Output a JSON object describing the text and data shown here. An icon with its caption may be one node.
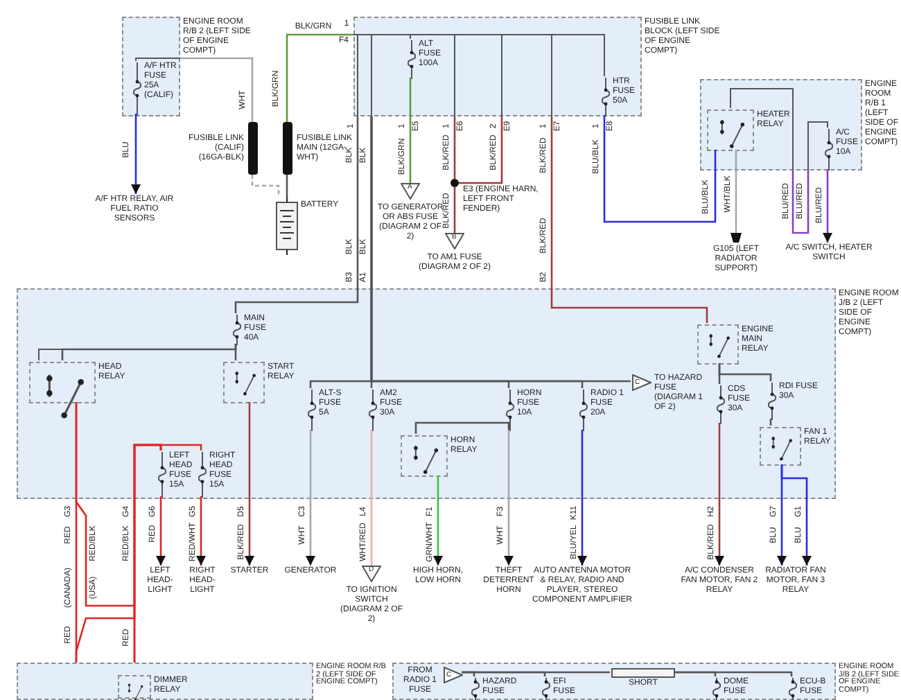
{
  "diagram": {
    "nodes": [
      {
        "text": [
          "ENGINE ROOM R/B 2 (LEFT SIDE OF ENGINE COMPT)"
        ]
      },
      {
        "text": [
          "A/F HTR FUSE 25A (CALIF)"
        ],
        "in": 0
      },
      {
        "text": [
          "A/F HTR RELAY, AIR FUEL RATIO SENSORS"
        ]
      },
      {
        "text": [
          "FUSIBLE LINK (CALIF) (16GA-BLK)"
        ]
      },
      {
        "text": [
          "FUSIBLE LINK MAIN (12GA-WHT)"
        ]
      },
      {
        "text": [
          "BATTERY"
        ]
      },
      {
        "text": [
          "FUSIBLE LINK BLOCK (LEFT SIDE OF ENGINE COMPT)"
        ]
      },
      {
        "text": [
          "ALT FUSE 100A"
        ],
        "in": 6
      },
      {
        "text": [
          "HTR FUSE 50A"
        ],
        "in": 6
      },
      {
        "text": [
          "A",
          "TO GENERATOR OR ABS FUSE (DIAGRAM 2 OF 2)"
        ]
      },
      {
        "text": [],
        "shape": "circle",
        "beside": [
          "E3 (ENGINE HARN, LEFT FRONT FENDER)"
        ]
      },
      {
        "text": [
          "B",
          "TO AM1 FUSE (DIAGRAM 2 OF 2)"
        ]
      },
      {
        "text": [
          "ENGINE ROOM R/B 1 (LEFT SIDE OF ENGINE COMPT)"
        ]
      },
      {
        "text": [
          "HEATER RELAY"
        ],
        "in": 12
      },
      {
        "text": [
          "A/C FUSE 10A"
        ],
        "in": 12
      },
      {
        "text": [
          "G105 (LEFT RADIATOR SUPPORT)"
        ]
      },
      {
        "text": [
          "A/C SWITCH, HEATER SWITCH"
        ]
      },
      {
        "text": [
          "ENGINE ROOM J/B 2 (LEFT SIDE OF ENGINE COMPT)"
        ]
      },
      {
        "text": [
          "MAIN FUSE 40A"
        ],
        "in": 17
      },
      {
        "text": [
          "HEAD RELAY"
        ],
        "in": 17
      },
      {
        "text": [
          "START RELAY"
        ],
        "in": 17
      },
      {
        "text": [
          "LEFT HEAD FUSE 15A"
        ],
        "in": 17
      },
      {
        "text": [
          "RIGHT HEAD FUSE 15A"
        ],
        "in": 17
      },
      {
        "text": [
          "ALT-S FUSE 5A"
        ],
        "in": 17
      },
      {
        "text": [
          "AM2 FUSE 30A"
        ],
        "in": 17
      },
      {
        "text": [
          "HORN RELAY"
        ],
        "in": 17
      },
      {
        "text": [
          "HORN FUSE 10A"
        ],
        "in": 17
      },
      {
        "text": [
          "RADIO 1 FUSE 20A"
        ],
        "in": 17
      },
      {
        "text": [
          "C",
          "TO HAZARD FUSE (DIAGRAM 1 OF 2)"
        ],
        "in": 17
      },
      {
        "text": [
          "ENGINE MAIN RELAY"
        ],
        "in": 17
      },
      {
        "text": [
          "CDS FUSE 30A"
        ],
        "in": 17
      },
      {
        "text": [
          "RDI FUSE 30A"
        ],
        "in": 17
      },
      {
        "text": [
          "FAN 1 RELAY"
        ],
        "in": 17
      },
      {
        "text": [
          "LEFT HEAD-LIGHT"
        ]
      },
      {
        "text": [
          "RIGHT HEAD-LIGHT"
        ]
      },
      {
        "text": [
          "STARTER"
        ]
      },
      {
        "text": [
          "GENERATOR"
        ]
      },
      {
        "text": [
          "D",
          "TO IGNITION SWITCH (DIAGRAM 2 OF 2)"
        ]
      },
      {
        "text": [
          "HIGH HORN, LOW HORN"
        ]
      },
      {
        "text": [
          "THEFT DETERRENT HORN"
        ]
      },
      {
        "text": [
          "AUTO ANTENNA MOTOR & RELAY, RADIO AND PLAYER, STEREO COMPONENT AMPLIFIER"
        ]
      },
      {
        "text": [
          "A/C CONDENSER FAN MOTOR, FAN 2 RELAY"
        ]
      },
      {
        "text": [
          "RADIATOR FAN MOTOR, FAN 3 RELAY"
        ]
      },
      {
        "text": [
          "ENGINE ROOM R/B 2 (LEFT SIDE OF ENGINE COMPT)"
        ]
      },
      {
        "text": [
          "DIMMER RELAY"
        ],
        "in": 43
      },
      {
        "text": [
          "ENGINE ROOM J/B 2 (LEFT SIDE OF ENGINE COMPT)"
        ]
      },
      {
        "text": [
          "FROM RADIO 1 FUSE",
          "C"
        ],
        "in": 45
      },
      {
        "text": [
          "HAZARD FUSE"
        ],
        "in": 45
      },
      {
        "text": [
          "EFI FUSE"
        ],
        "in": 45
      },
      {
        "text": [
          "SHORT"
        ],
        "in": 45
      },
      {
        "text": [
          "DOME FUSE"
        ],
        "in": 45
      },
      {
        "text": [
          "ECU-B FUSE"
        ],
        "in": 45
      }
    ],
    "edges": [
      {
        "from": 1,
        "to": 2,
        "arrow": "to",
        "color": "#2a2ae0"
      },
      {
        "from": 0,
        "to": 3,
        "arrow": "none",
        "color": "#a8a8a8"
      },
      {
        "from": 3,
        "to": 5,
        "arrow": "none",
        "style": "dashed",
        "color": "#a8a8a8"
      },
      {
        "from": 4,
        "to": 5,
        "arrow": "none"
      },
      {
        "from": 4,
        "to": 6,
        "arrow": "none",
        "color": "#5c9a3c"
      },
      {
        "from": 7,
        "to": 9,
        "arrow": "none",
        "color": "#5c9a3c"
      },
      {
        "from": 6,
        "to": 10,
        "arrow": "none",
        "color": "#a33a3a"
      },
      {
        "from": 6,
        "to": 10,
        "arrow": "none",
        "color": "#a33a3a"
      },
      {
        "from": 10,
        "to": 11,
        "arrow": "none",
        "color": "#a33a3a"
      },
      {
        "from": 8,
        "to": 13,
        "arrow": "none",
        "color": "#2a2ae0"
      },
      {
        "from": 13,
        "to": 15,
        "arrow": "none",
        "color": "#a8a8a8"
      },
      {
        "from": 14,
        "to": 16,
        "arrow": "to",
        "color": "#8a3cc8"
      },
      {
        "from": 6,
        "to": 18,
        "arrow": "none"
      },
      {
        "from": 6,
        "to": 23,
        "arrow": "none"
      },
      {
        "from": 6,
        "to": 24,
        "arrow": "none"
      },
      {
        "from": 6,
        "to": 26,
        "arrow": "none"
      },
      {
        "from": 6,
        "to": 27,
        "arrow": "none"
      },
      {
        "from": 6,
        "to": 28,
        "arrow": "none"
      },
      {
        "from": 6,
        "to": 29,
        "arrow": "none",
        "color": "#a33a3a"
      },
      {
        "from": 18,
        "to": 19,
        "arrow": "none"
      },
      {
        "from": 18,
        "to": 20,
        "arrow": "none"
      },
      {
        "from": 19,
        "to": 43,
        "arrow": "none",
        "color": "#e02424"
      },
      {
        "from": 21,
        "to": 43,
        "arrow": "none",
        "color": "#e02424"
      },
      {
        "from": 22,
        "to": 43,
        "arrow": "none",
        "color": "#e02424"
      },
      {
        "from": 21,
        "to": 33,
        "arrow": "to",
        "color": "#e02424"
      },
      {
        "from": 22,
        "to": 34,
        "arrow": "to",
        "color": "#e02424"
      },
      {
        "from": 20,
        "to": 35,
        "arrow": "to",
        "color": "#a33a3a"
      },
      {
        "from": 23,
        "to": 36,
        "arrow": "to",
        "color": "#a8a8a8"
      },
      {
        "from": 24,
        "to": 37,
        "arrow": "none",
        "color": "#f0a8a8"
      },
      {
        "from": 26,
        "to": 25,
        "arrow": "none"
      },
      {
        "from": 25,
        "to": 38,
        "arrow": "to",
        "color": "#40c040"
      },
      {
        "from": 26,
        "to": 39,
        "arrow": "to",
        "color": "#a8a8a8"
      },
      {
        "from": 27,
        "to": 40,
        "arrow": "to",
        "color": "#2a2ae0"
      },
      {
        "from": 29,
        "to": 30,
        "arrow": "none"
      },
      {
        "from": 29,
        "to": 31,
        "arrow": "none"
      },
      {
        "from": 31,
        "to": 32,
        "arrow": "none"
      },
      {
        "from": 30,
        "to": 41,
        "arrow": "to",
        "color": "#a33a3a"
      },
      {
        "from": 32,
        "to": 42,
        "arrow": "to",
        "color": "#2a2ae0"
      },
      {
        "from": 32,
        "to": 42,
        "arrow": "to",
        "color": "#2a2ae0"
      },
      {
        "from": 46,
        "to": 47,
        "arrow": "none"
      },
      {
        "from": 46,
        "to": 48,
        "arrow": "none"
      },
      {
        "from": 46,
        "to": 49,
        "arrow": "none"
      },
      {
        "from": 49,
        "to": 50,
        "arrow": "none"
      },
      {
        "from": 49,
        "to": 51,
        "arrow": "none"
      },
      {
        "from": 19,
        "to": 21,
        "arrow": "none",
        "color": "#e02424"
      },
      {
        "from": 21,
        "to": 43,
        "arrow": "none",
        "color": "#e02424"
      }
    ],
    "labels": [
      "BLK/GRN",
      "1",
      "F4",
      "WHT",
      "BLK/GRN",
      "BLU",
      "1",
      "BLK",
      "BLK",
      "1",
      "E5",
      "BLK/GRN",
      "1",
      "E6",
      "BLK/RED",
      "BLK/RED",
      "2",
      "E9",
      "BLK/RED",
      "1",
      "E7",
      "BLK/RED",
      "BLK/RED",
      "B2",
      "1",
      "E8",
      "BLU/BLK",
      "BLU/BLK",
      "WHT/BLK",
      "BLU/RED",
      "BLU/RED",
      "BLU/RED",
      "BLK",
      "BLK",
      "B3",
      "A1",
      "G3",
      "RED",
      "RED/BLK",
      "G4",
      "RED/BLK",
      "G6",
      "RED",
      "G5",
      "RED/WHT",
      "D5",
      "BLK/RED",
      "C3",
      "WHT",
      "L4",
      "WHT/RED",
      "F1",
      "GRN/WHT",
      "F3",
      "WHT",
      "K11",
      "BLU/YEL",
      "H2",
      "BLK/RED",
      "G7",
      "BLU",
      "G1",
      "BLU",
      "(CANADA)",
      "(USA)",
      "RED",
      "RED"
    ]
  }
}
